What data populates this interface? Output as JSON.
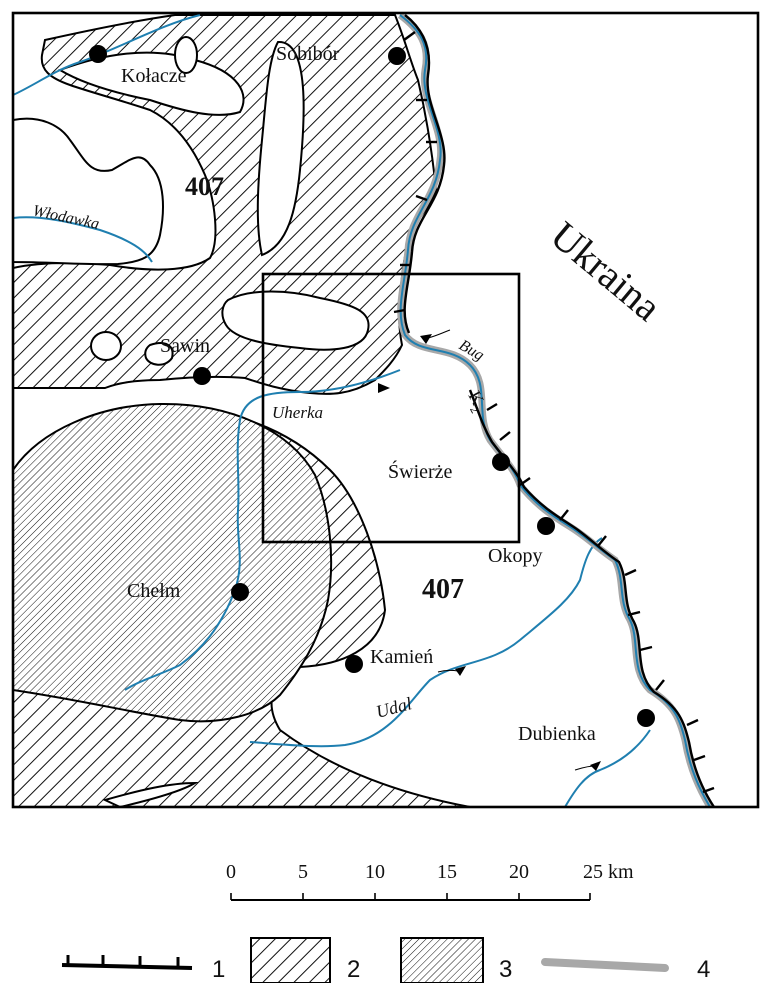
{
  "map": {
    "country_label": "Ukraina",
    "region_code_north": "407",
    "region_code_south": "407",
    "towns": {
      "kolacze": "Kołacze",
      "sobibor": "Sobibór",
      "sawin": "Sawin",
      "swierze": "Świerże",
      "okopy": "Okopy",
      "chelm": "Chełm",
      "kamien": "Kamień",
      "dubienka": "Dubienka"
    },
    "rivers": {
      "wlodawka": "Włodawka",
      "uherka": "Uherka",
      "bug": "Bug",
      "udal": "Udal"
    },
    "unit_label": "K",
    "unit_subscript": "2",
    "colors": {
      "river": "#1f7fb0",
      "border_halo": "#a8a8a8",
      "line": "#000000"
    }
  },
  "scale": {
    "ticks": [
      "0",
      "5",
      "10",
      "15",
      "20",
      "25 km"
    ]
  },
  "legend": {
    "items": [
      {
        "number": "1",
        "symbol": "ticked-border-line"
      },
      {
        "number": "2",
        "symbol": "coarse-diagonal-hatch"
      },
      {
        "number": "3",
        "symbol": "fine-diagonal-hatch"
      },
      {
        "number": "4",
        "symbol": "gray-line"
      }
    ]
  }
}
